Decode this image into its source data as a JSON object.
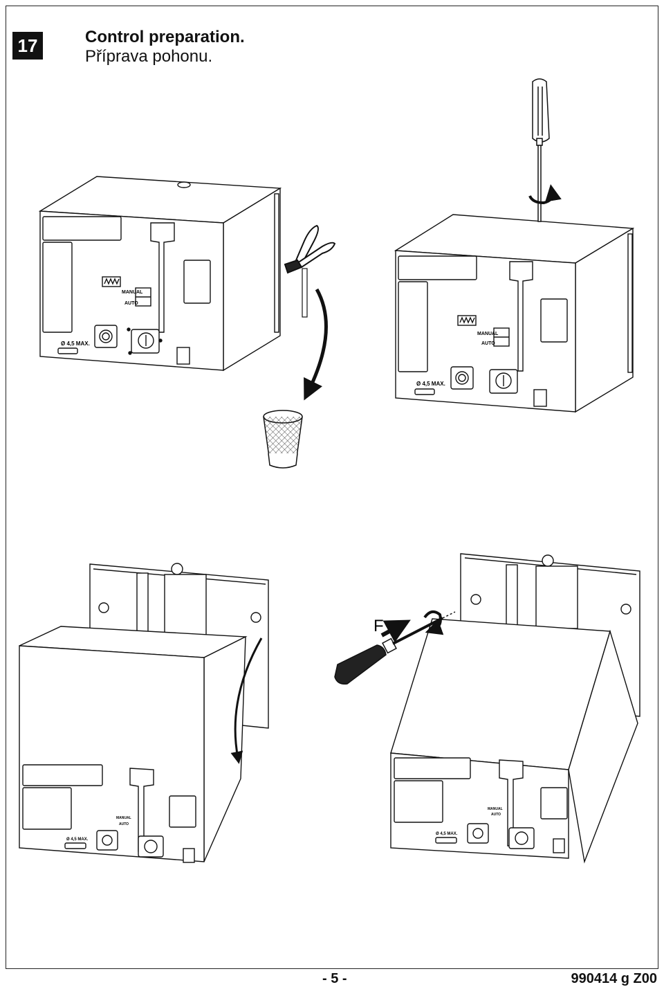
{
  "step": {
    "number": "17"
  },
  "title": {
    "en": "Control preparation.",
    "cz": "Příprava pohonu."
  },
  "labels": {
    "manual": "MANUAL",
    "auto": "AUTO",
    "cable_max": "Ø 4,5 MAX.",
    "f_label": "F"
  },
  "footer": {
    "page": "- 5 -",
    "code": "990414 g Z00"
  },
  "icons": [
    "cutting-pliers-icon",
    "screwdriver-icon",
    "waste-basket-icon",
    "rotate-arrow-icon",
    "push-arrow-icon"
  ]
}
